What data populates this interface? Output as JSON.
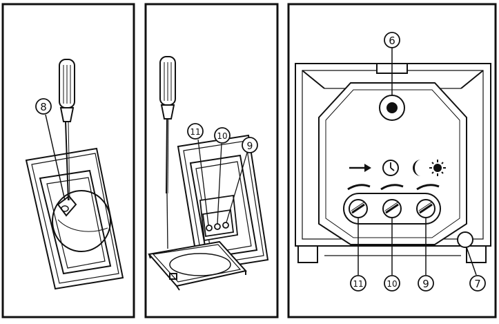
{
  "panels": {
    "left": {
      "callout_8": "8"
    },
    "middle": {
      "callout_11": "11",
      "callout_10": "10",
      "callout_9": "9"
    },
    "right": {
      "callout_6": "6",
      "callout_7": "7",
      "callout_11": "11",
      "callout_10": "10",
      "callout_9": "9"
    }
  },
  "icons": [
    "screwdriver-icon",
    "arrow-right-icon",
    "clock-icon",
    "moon-icon",
    "sun-icon",
    "adjustment-screw-icon"
  ],
  "colors": {
    "line": "#111111",
    "background": "#ffffff"
  }
}
